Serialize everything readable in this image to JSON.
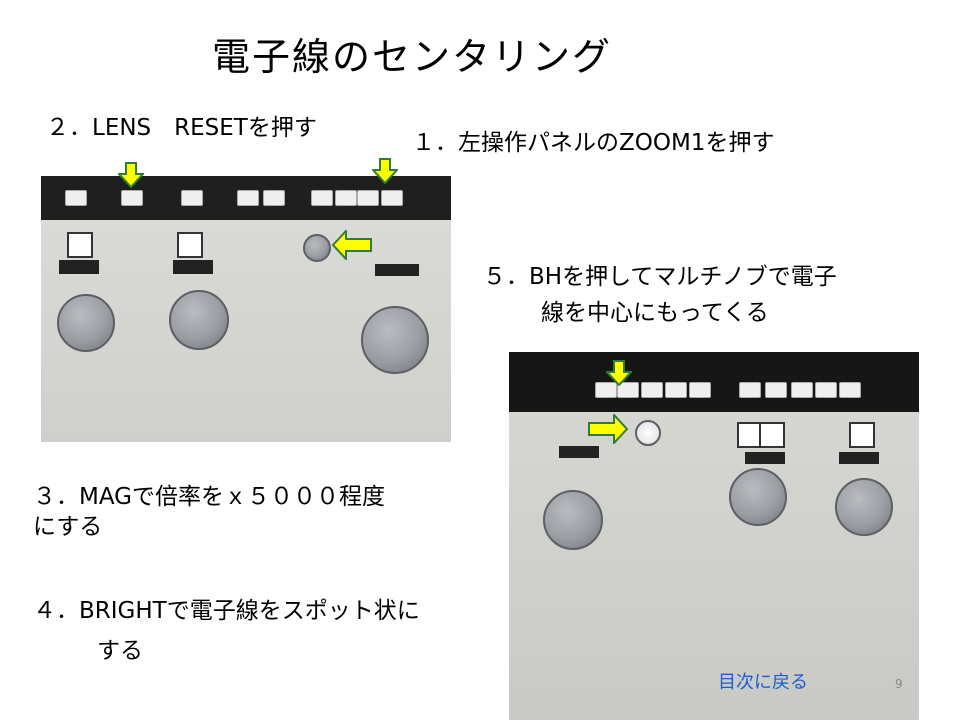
{
  "slide": {
    "title": "電子線のセンタリング",
    "step1": "１．左操作パネルのZOOM1を押す",
    "step2": "２．LENS　RESETを押す",
    "step3_line1": "３．MAGで倍率をｘ５０００程度",
    "step3_line2": "にする",
    "step4_line1": "４．BRIGHTで電子線をスポット状に",
    "step4_line2": "する",
    "step5_line1": "５．BHを押してマルチノブで電子",
    "step5_line2": "線を中心にもってくる",
    "back_link": "目次に戻る",
    "page_number": "9"
  },
  "colors": {
    "arrow_fill": "#ffff00",
    "arrow_stroke": "#2e7d32",
    "link": "#1a5fd1"
  },
  "icons": {
    "pointer": "arrow-icon"
  }
}
